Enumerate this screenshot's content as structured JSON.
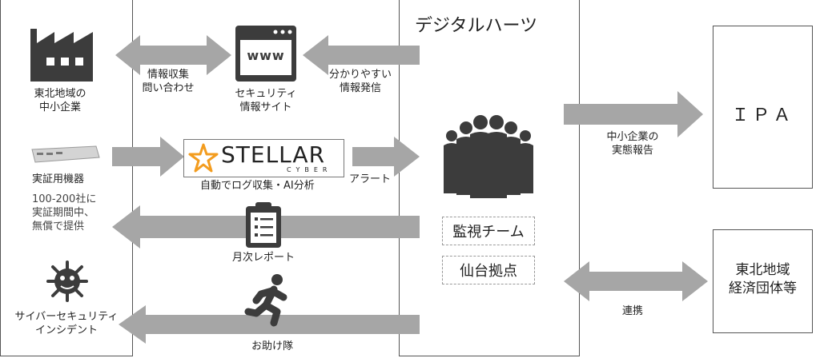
{
  "left": {
    "factory_label_1": "東北地域の",
    "factory_label_2": "中小企業",
    "device_label": "実証用機器",
    "offer_1": "100-200社に",
    "offer_2": "実証期間中、",
    "offer_3": "無償で提供",
    "incident_1": "サイバーセキュリティ",
    "incident_2": "インシデント"
  },
  "middle": {
    "www_text": "www",
    "info_collect_1": "情報収集",
    "info_collect_2": "問い合わせ",
    "site_label_1": "セキュリティ",
    "site_label_2": "情報サイト",
    "logo_main": "STELLAR",
    "logo_sub": "CYBER",
    "auto_collect": "自動でログ収集・AI分析",
    "monthly_report": "月次レポート",
    "rescue_team": "お助け隊",
    "easy_info_1": "分かりやすい",
    "easy_info_2": "情報発信",
    "alert": "アラート"
  },
  "center": {
    "title": "デジタルハーツ",
    "monitor_team": "監視チーム",
    "sendai_base": "仙台拠点"
  },
  "right": {
    "ipa": "ＩＰＡ",
    "report_1": "中小企業の",
    "report_2": "実態報告",
    "econ_1": "東北地域",
    "econ_2": "経済団体等",
    "link": "連携"
  },
  "colors": {
    "arrow": "#a6a6a6",
    "icon": "#3c3c3c",
    "logo_orange": "#f39c1e"
  }
}
